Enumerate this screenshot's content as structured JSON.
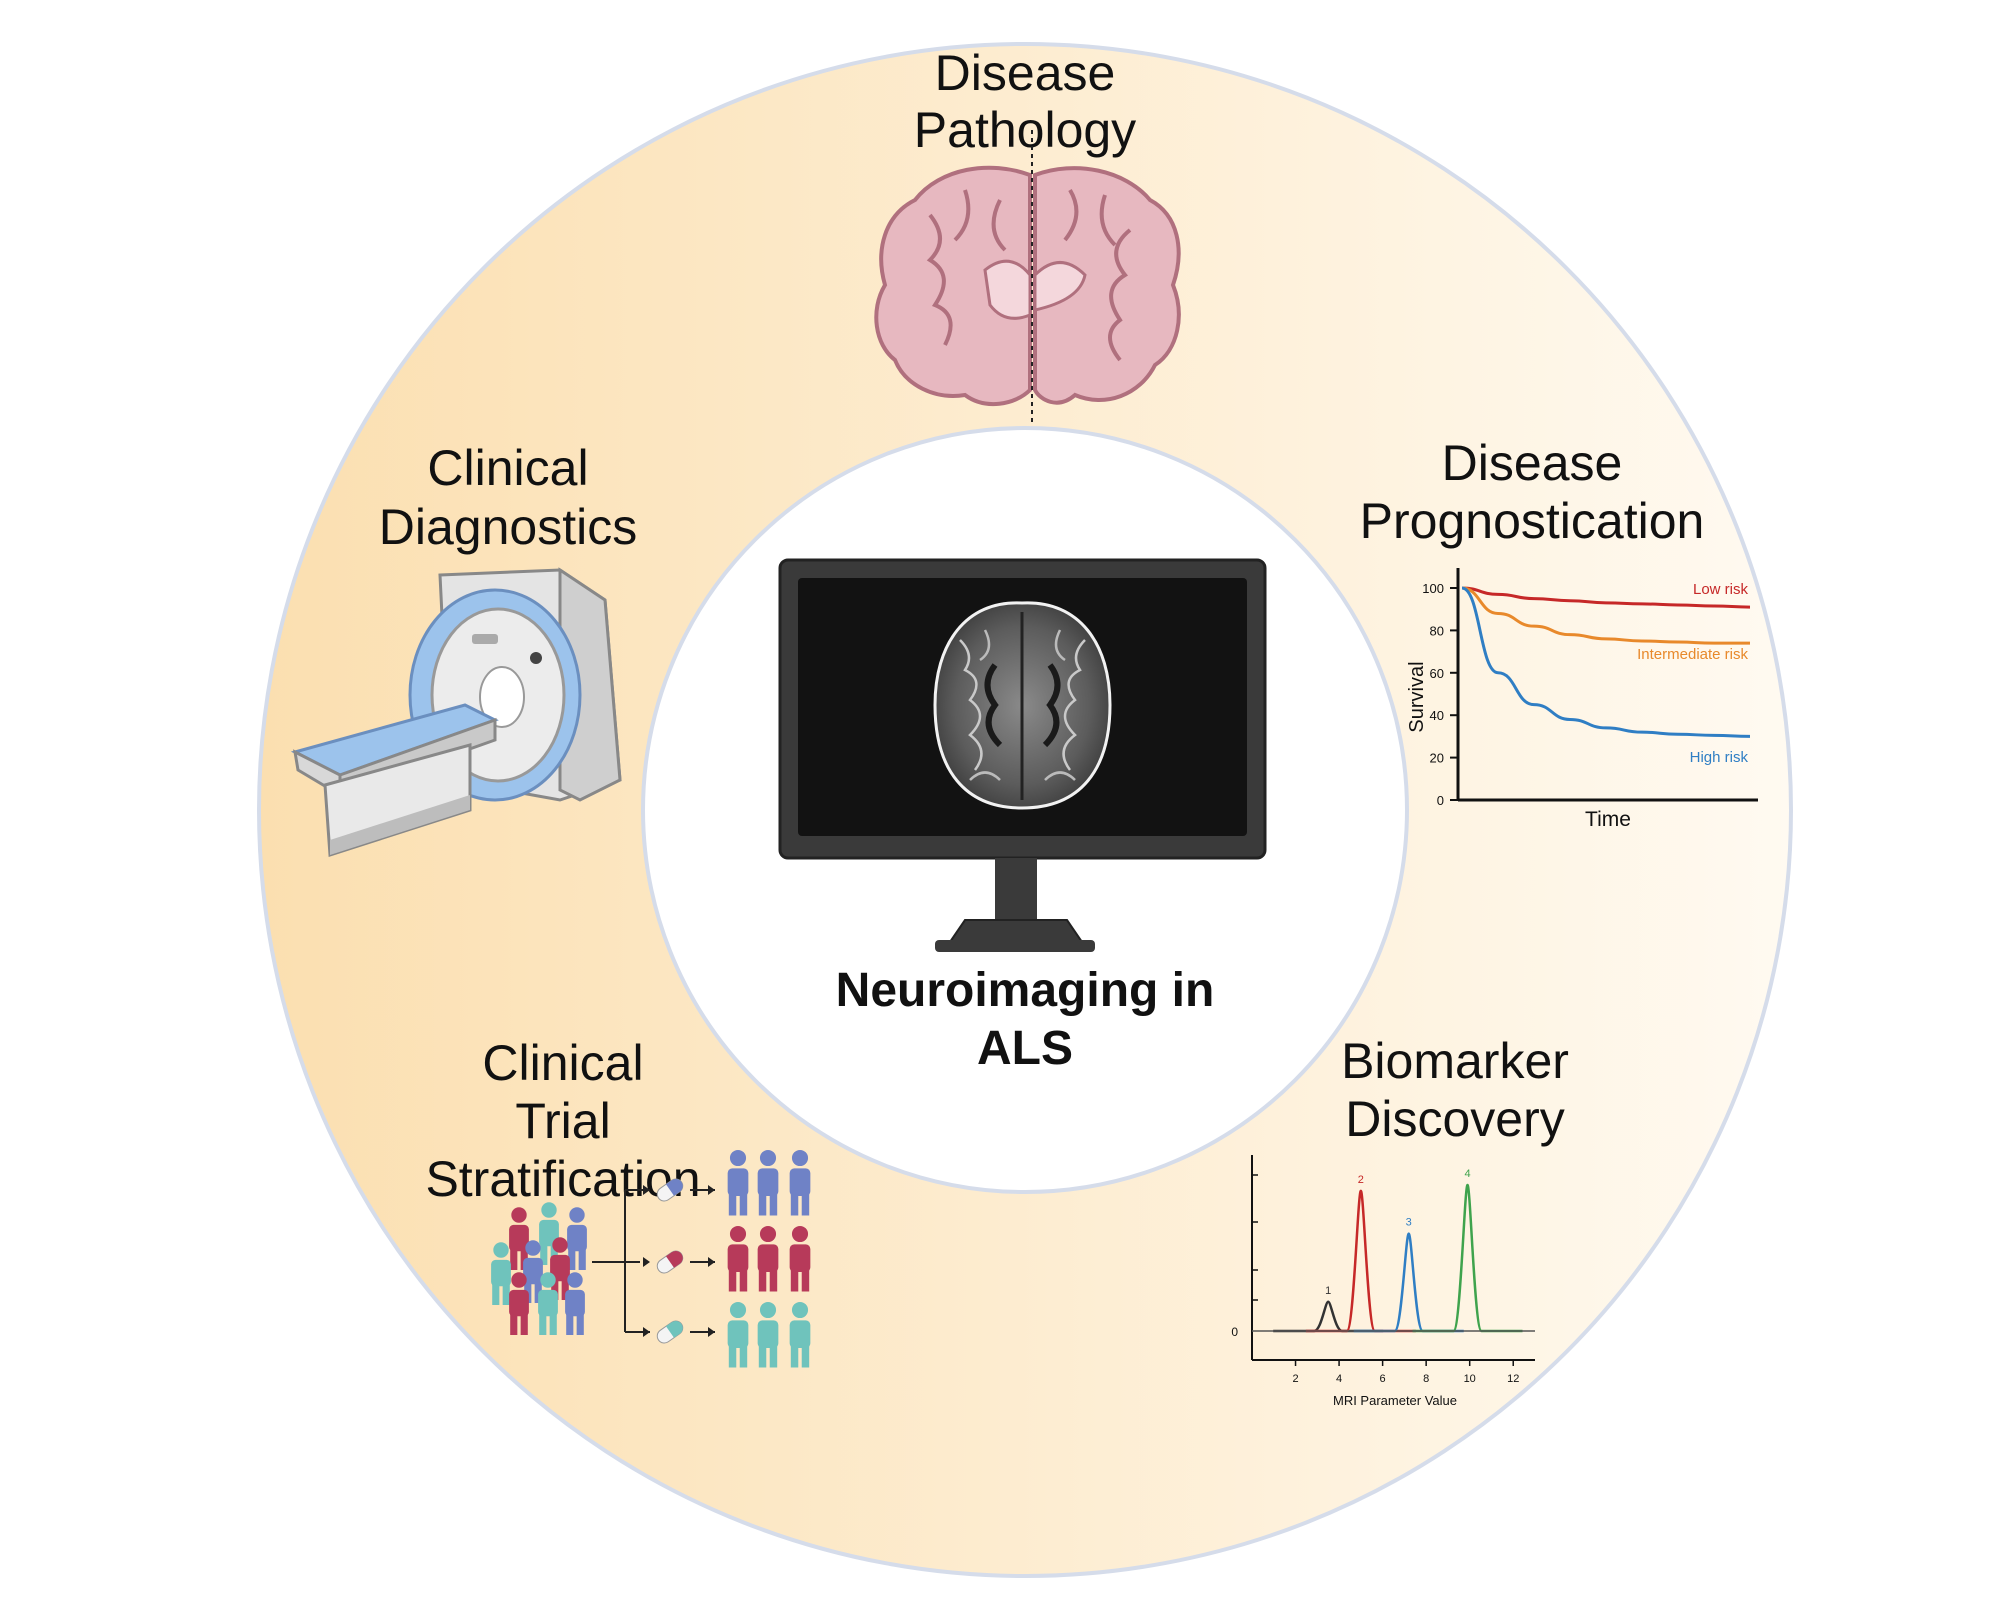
{
  "center": {
    "line1": "Neuroimaging in",
    "line2": "ALS"
  },
  "sections": {
    "pathology": {
      "line1": "Disease",
      "line2": "Pathology"
    },
    "diagnostics": {
      "line1": "Clinical",
      "line2": "Diagnostics"
    },
    "prognostication": {
      "line1": "Disease",
      "line2": "Prognostication"
    },
    "biomarker": {
      "line1": "Biomarker",
      "line2": "Discovery"
    },
    "trial": {
      "line1": "Clinical",
      "line2": "Trial",
      "line3": "Stratification"
    }
  },
  "colors": {
    "ring_left": "#fbdfb0",
    "ring_right": "#fffaf1",
    "ring_border": "#d5dcea"
  },
  "survival_chart": {
    "type": "line",
    "xlabel": "Time",
    "ylabel": "Survival",
    "yticks": [
      "100",
      "80",
      "60",
      "40",
      "20",
      "0"
    ],
    "ylim": [
      0,
      100
    ],
    "series": [
      {
        "name": "Low risk",
        "color": "#c62828",
        "values": [
          100,
          97,
          95,
          94,
          93,
          92.5,
          92,
          91.5,
          91
        ]
      },
      {
        "name": "Intermediate risk",
        "color": "#e8892b",
        "values": [
          100,
          88,
          82,
          78,
          76,
          75,
          74.5,
          74,
          74
        ]
      },
      {
        "name": "High risk",
        "color": "#2f7ec4",
        "values": [
          100,
          60,
          45,
          38,
          34,
          32,
          31,
          30.5,
          30
        ]
      }
    ]
  },
  "spectrum_chart": {
    "type": "line",
    "xlabel": "MRI Parameter Value",
    "xticks": [
      "2",
      "4",
      "6",
      "8",
      "10",
      "12"
    ],
    "ytick": "0",
    "peaks": [
      {
        "label": "1",
        "x": 3.5,
        "height": 0.15,
        "color": "#333333"
      },
      {
        "label": "2",
        "x": 5.0,
        "height": 0.72,
        "color": "#c62828"
      },
      {
        "label": "3",
        "x": 7.2,
        "height": 0.5,
        "color": "#2f7ec4"
      },
      {
        "label": "4",
        "x": 9.9,
        "height": 0.75,
        "color": "#3fa34d"
      }
    ]
  }
}
